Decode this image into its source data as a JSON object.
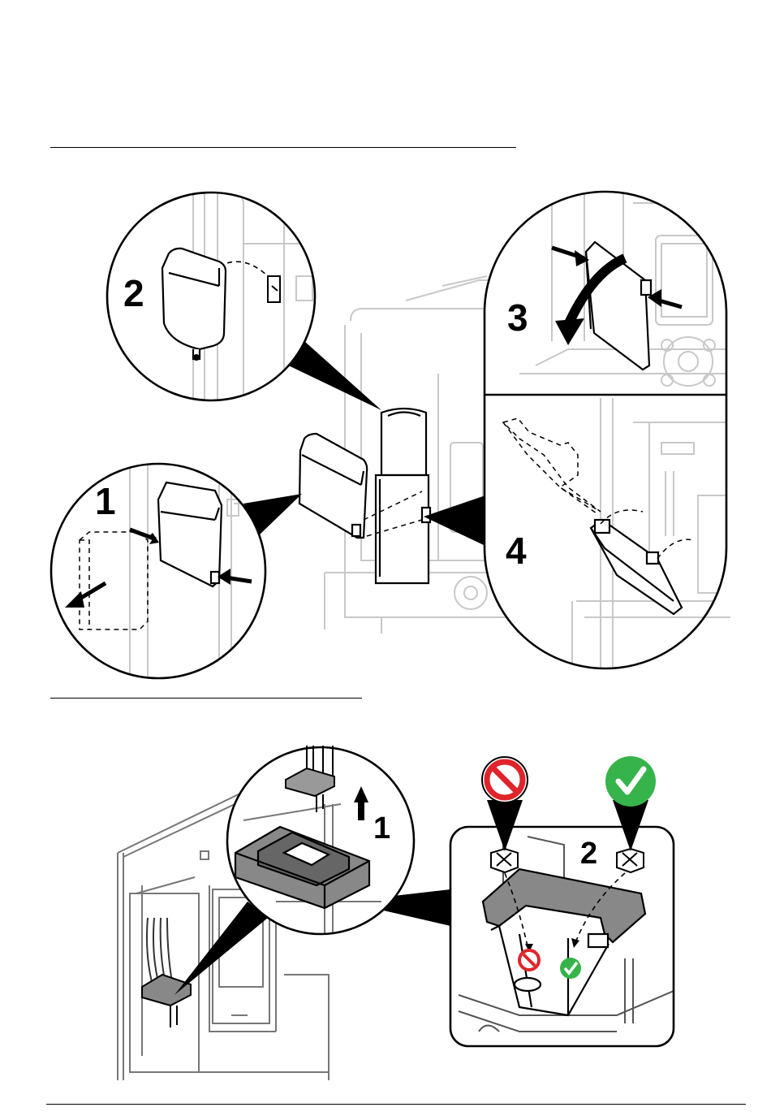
{
  "figure1": {
    "steps": [
      {
        "label": "1"
      },
      {
        "label": "2"
      },
      {
        "label": "3"
      },
      {
        "label": "4"
      }
    ]
  },
  "figure2": {
    "steps": [
      {
        "label": "1"
      },
      {
        "label": "2"
      }
    ],
    "indicators": {
      "wrong_icon": "prohibited-icon",
      "correct_icon": "checkmark-icon",
      "wrong_color": "#e0242b",
      "correct_color": "#36b34a"
    }
  }
}
